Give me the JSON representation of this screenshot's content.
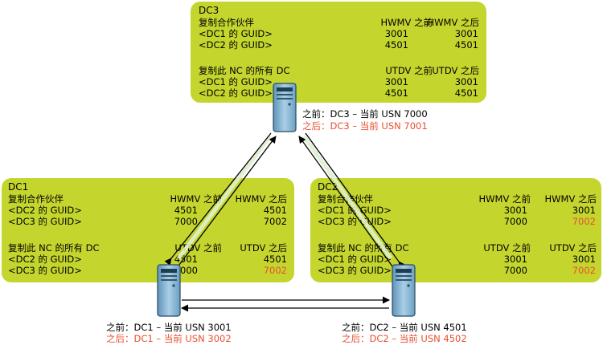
{
  "colors": {
    "box": "#c4d62e",
    "after_text": "#e8502e",
    "server": "#7fb3d5",
    "server_dark": "#2a4a60"
  },
  "dcs": {
    "dc3": {
      "title": "DC3",
      "partners_label": "复制合作伙伴",
      "hwmv_before_h": "HWMV 之前",
      "hwmv_after_h": "HWMV 之后",
      "rows1": [
        {
          "name": "<DC1 的 GUID>",
          "before": "3001",
          "after": "3001",
          "after_changed": false
        },
        {
          "name": "<DC2 的 GUID>",
          "before": "4501",
          "after": "4501",
          "after_changed": false
        }
      ],
      "all_dc_label": "复制此 NC 的所有 DC",
      "utdv_before_h": "UTDV 之前",
      "utdv_after_h": "UTDV 之后",
      "rows2": [
        {
          "name": "<DC1 的 GUID>",
          "before": "3001",
          "after": "3001",
          "after_changed": false
        },
        {
          "name": "<DC2 的 GUID>",
          "before": "4501",
          "after": "4501",
          "after_changed": false
        }
      ]
    },
    "dc1": {
      "title": "DC1",
      "partners_label": "复制合作伙伴",
      "hwmv_before_h": "HWMV 之前",
      "hwmv_after_h": "HWMV 之后",
      "rows1": [
        {
          "name": "<DC2 的 GUID>",
          "before": "4501",
          "after": "4501",
          "after_changed": false
        },
        {
          "name": "<DC3 的 GUID>",
          "before": "7000",
          "after": "7002",
          "after_changed": false
        }
      ],
      "all_dc_label": "复制此 NC 的所有 DC",
      "utdv_before_h": "UTDV 之前",
      "utdv_after_h": "UTDV 之后",
      "rows2": [
        {
          "name": "<DC2 的 GUID>",
          "before": "4501",
          "after": "4501",
          "after_changed": false
        },
        {
          "name": "<DC3 的 GUID>",
          "before": "7000",
          "after": "7002",
          "after_changed": true
        }
      ]
    },
    "dc2": {
      "title": "DC2",
      "partners_label": "复制合作伙伴",
      "hwmv_before_h": "HWMV 之前",
      "hwmv_after_h": "HWMV 之后",
      "rows1": [
        {
          "name": "<DC1 的 GUID>",
          "before": "3001",
          "after": "3001",
          "after_changed": false
        },
        {
          "name": "<DC3 的 GUID>",
          "before": "7000",
          "after": "7002",
          "after_changed": true
        }
      ],
      "all_dc_label": "复制此 NC 的所有 DC",
      "utdv_before_h": "UTDV 之前",
      "utdv_after_h": "UTDV 之后",
      "rows2": [
        {
          "name": "<DC1 的 GUID>",
          "before": "3001",
          "after": "3001",
          "after_changed": false
        },
        {
          "name": "<DC3 的 GUID>",
          "before": "7000",
          "after": "7002",
          "after_changed": true
        }
      ]
    }
  },
  "usn": {
    "dc3": {
      "before": "之前：DC3 – 当前 USN 7000",
      "after": "之后：DC3 – 当前 USN 7001"
    },
    "dc1": {
      "before": "之前：DC1 – 当前 USN 3001",
      "after": "之后：DC1 – 当前 USN 3002"
    },
    "dc2": {
      "before": "之前：DC2 – 当前 USN 4501",
      "after": "之后：DC2 – 当前 USN 4502"
    }
  }
}
